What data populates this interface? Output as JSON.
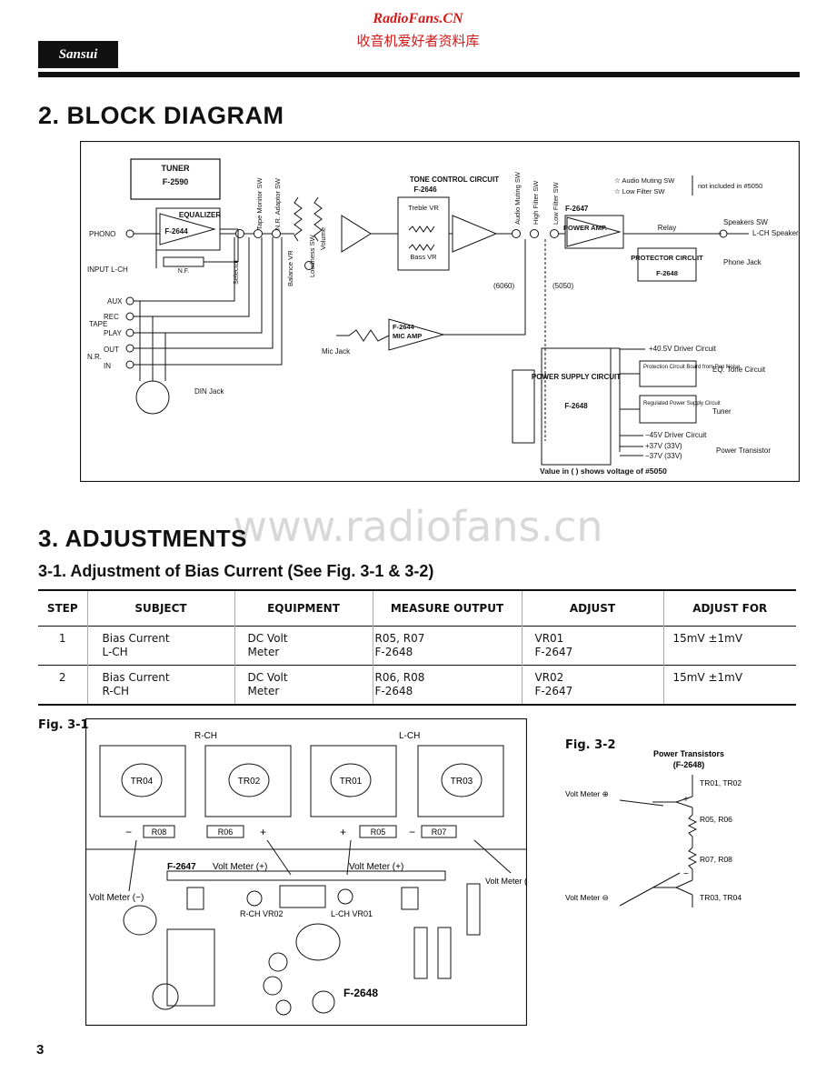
{
  "header": {
    "watermark_site": "RadioFans.CN",
    "watermark_cn": "收音机爱好者资料库",
    "brand": "Sansui"
  },
  "section2": {
    "title": "2. BLOCK DIAGRAM",
    "labels": {
      "tuner": "TUNER",
      "tuner_board": "F-2590",
      "equalizer": "EQUALIZER",
      "eq_board": "F-2644",
      "phono": "PHONO",
      "input_lch": "INPUT  L-CH",
      "nf": "N.F.",
      "aux": "AUX",
      "tape": "TAPE",
      "rec": "REC",
      "play": "PLAY",
      "nr": "N.R.",
      "out": "OUT",
      "in": "IN",
      "din_jack": "DIN Jack",
      "selector": "Selector",
      "tape_monitor_sw": "Tape Monitor SW",
      "nr_adaptor_sw": "N.R. Adaptor SW",
      "balance_vr": "Balance VR",
      "volume": "Volume",
      "loudness_sw": "Loudness SW",
      "tone_control": "TONE CONTROL CIRCUIT",
      "tone_board": "F-2646",
      "treble_vr": "Treble VR",
      "bass_vr": "Bass VR",
      "audio_muting_sw": "Audio Muting SW",
      "high_filter_sw": "High Filter SW",
      "low_filter_sw": "Low Filter SW",
      "note_line1": "☆ Audio Muting SW",
      "note_line2": "☆ Low Filter SW",
      "note_suffix": "not included in #5050",
      "power_amp_board": "F-2647",
      "power_amp": "POWER AMP.",
      "relay": "Relay",
      "speakers_sw": "Speakers SW",
      "lch_speaker": "L-CH Speaker",
      "phone_jack": "Phone Jack",
      "protector": "PROTECTOR CIRCUIT",
      "protector_board": "F-2648",
      "v6060": "(6060)",
      "v5050": "(5050)",
      "mic_amp_board": "F-2644",
      "mic_amp": "MIC AMP",
      "mic_jack": "Mic Jack",
      "power_supply": "POWER SUPPLY CIRCUIT",
      "power_supply_board": "F-2648",
      "out_40v": "+40.5V Driver Circuit",
      "protection_board": "Protection Circuit Board from Pop Noise",
      "eq_tone": "EQ. Tone Circuit",
      "regulated": "Regulated Power Supply Circuit",
      "tuner_out": "Tuner",
      "out_45v": "−45V Driver Circuit",
      "out_p37": "+37V (33V)",
      "out_m37": "−37V (33V)",
      "power_transistor": "Power Transistor",
      "value_note": "Value in (      ) shows voltage of #5050"
    }
  },
  "watermark_center": "www.radiofans.cn",
  "section3": {
    "title": "3. ADJUSTMENTS",
    "subtitle": "3-1. Adjustment of Bias Current (See Fig. 3-1 & 3-2)",
    "table": {
      "headers": [
        "STEP",
        "SUBJECT",
        "EQUIPMENT",
        "MEASURE OUTPUT",
        "ADJUST",
        "ADJUST FOR"
      ],
      "rows": [
        [
          "1",
          "Bias Current\nL-CH",
          "DC Volt\nMeter",
          "R05, R07\nF-2648",
          "VR01\nF-2647",
          "15mV ±1mV"
        ],
        [
          "2",
          "Bias Current\nR-CH",
          "DC Volt\nMeter",
          "R06, R08\nF-2648",
          "VR02\nF-2647",
          "15mV ±1mV"
        ]
      ]
    }
  },
  "fig31": {
    "label": "Fig. 3-1",
    "rch": "R-CH",
    "lch": "L-CH",
    "transistors": [
      "TR04",
      "TR02",
      "TR01",
      "TR03"
    ],
    "resistors": [
      "R08",
      "R06",
      "R05",
      "R07"
    ],
    "minus": "−",
    "plus": "+",
    "board_2647": "F-2647",
    "volt_meter_plus": "Volt Meter (+)",
    "volt_meter_minus_left": "Volt Meter (−)",
    "volt_meter_minus_right": "Volt Meter (−)",
    "rch_vr02": "R-CH VR02",
    "lch_vr01": "L-CH VR01",
    "board_2648": "F-2648"
  },
  "fig32": {
    "label": "Fig. 3-2",
    "title": "Power Transistors",
    "board": "(F-2648)",
    "tr_top": "TR01, TR02",
    "r_top": "R05, R06",
    "r_bot": "R07, R08",
    "tr_bot": "TR03, TR04",
    "vm_plus": "Volt Meter ⊕",
    "vm_minus": "Volt Meter ⊖",
    "plus": "+",
    "minus": "−"
  },
  "page_number": "3"
}
